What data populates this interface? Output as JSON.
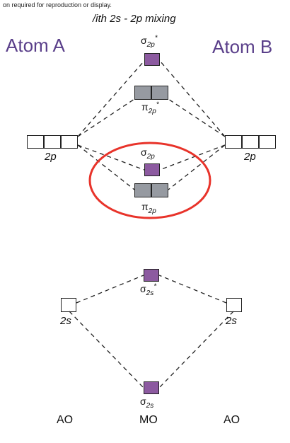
{
  "header": {
    "note": "on required for reproduction or display.",
    "subtitle": "/ith 2s - 2p mixing"
  },
  "atoms": {
    "left": "Atom A",
    "right": "Atom B"
  },
  "ao": {
    "p_label": "2p",
    "s_label": "2s"
  },
  "mo": {
    "sigma2p_star": {
      "sym": "σ",
      "sub": "2p",
      "sup": "*"
    },
    "pi2p_star": {
      "sym": "π",
      "sub": "2p",
      "sup": "*"
    },
    "sigma2p": {
      "sym": "σ",
      "sub": "2p"
    },
    "pi2p": {
      "sym": "π",
      "sub": "2p"
    },
    "sigma2s_star": {
      "sym": "σ",
      "sub": "2s",
      "sup": "*"
    },
    "sigma2s": {
      "sym": "σ",
      "sub": "2s"
    }
  },
  "footer": {
    "ao_left": "AO",
    "mo_center": "MO",
    "ao_right": "AO"
  },
  "colors": {
    "sigma_fill": "#8c5aa0",
    "pi_fill": "#969aa1",
    "highlight": "#e8332a",
    "atom_text": "#5a3f8a"
  }
}
